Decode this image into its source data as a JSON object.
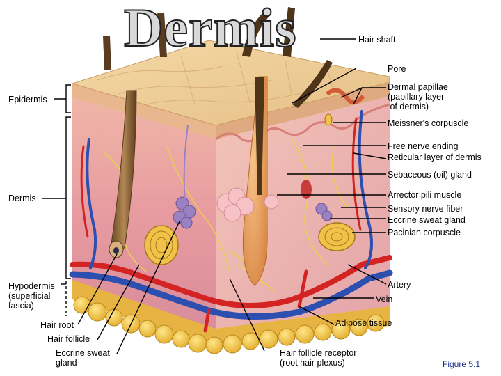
{
  "title": "Dermis",
  "figure_label": "Figure 5.1",
  "labels": {
    "hair_shaft": "Hair shaft",
    "pore": "Pore",
    "dermal_papillae": "Dermal papillae\n(papillary layer\n of dermis)",
    "epidermis": "Epidermis",
    "meissners_corpuscle": "Meissner's corpuscle",
    "free_nerve_ending": "Free nerve ending",
    "reticular_layer": "Reticular layer of dermis",
    "sebaceous_gland": "Sebaceous (oil) gland",
    "dermis": "Dermis",
    "arrector_pili_muscle": "Arrector pili muscle",
    "sensory_nerve_fiber": "Sensory nerve fiber",
    "eccrine_sweat_gland_right": "Eccrine sweat gland",
    "pacinian_corpuscle": "Pacinian corpuscle",
    "artery": "Artery",
    "hypodermis": "Hypodermis\n(superficial\nfascia)",
    "vein": "Vein",
    "adipose_tissue": "Adipose tissue",
    "hair_root": "Hair root",
    "hair_follicle": "Hair follicle",
    "eccrine_sweat_gland_left": "Eccrine sweat\ngland",
    "hair_follicle_receptor": "Hair follicle receptor\n(root hair plexus)"
  },
  "colors": {
    "artery": "#d42323",
    "vein": "#2c4fb0",
    "nerve": "#e8d24a",
    "adipose": "#e7b443",
    "figure_label": "#1b2f8a"
  }
}
